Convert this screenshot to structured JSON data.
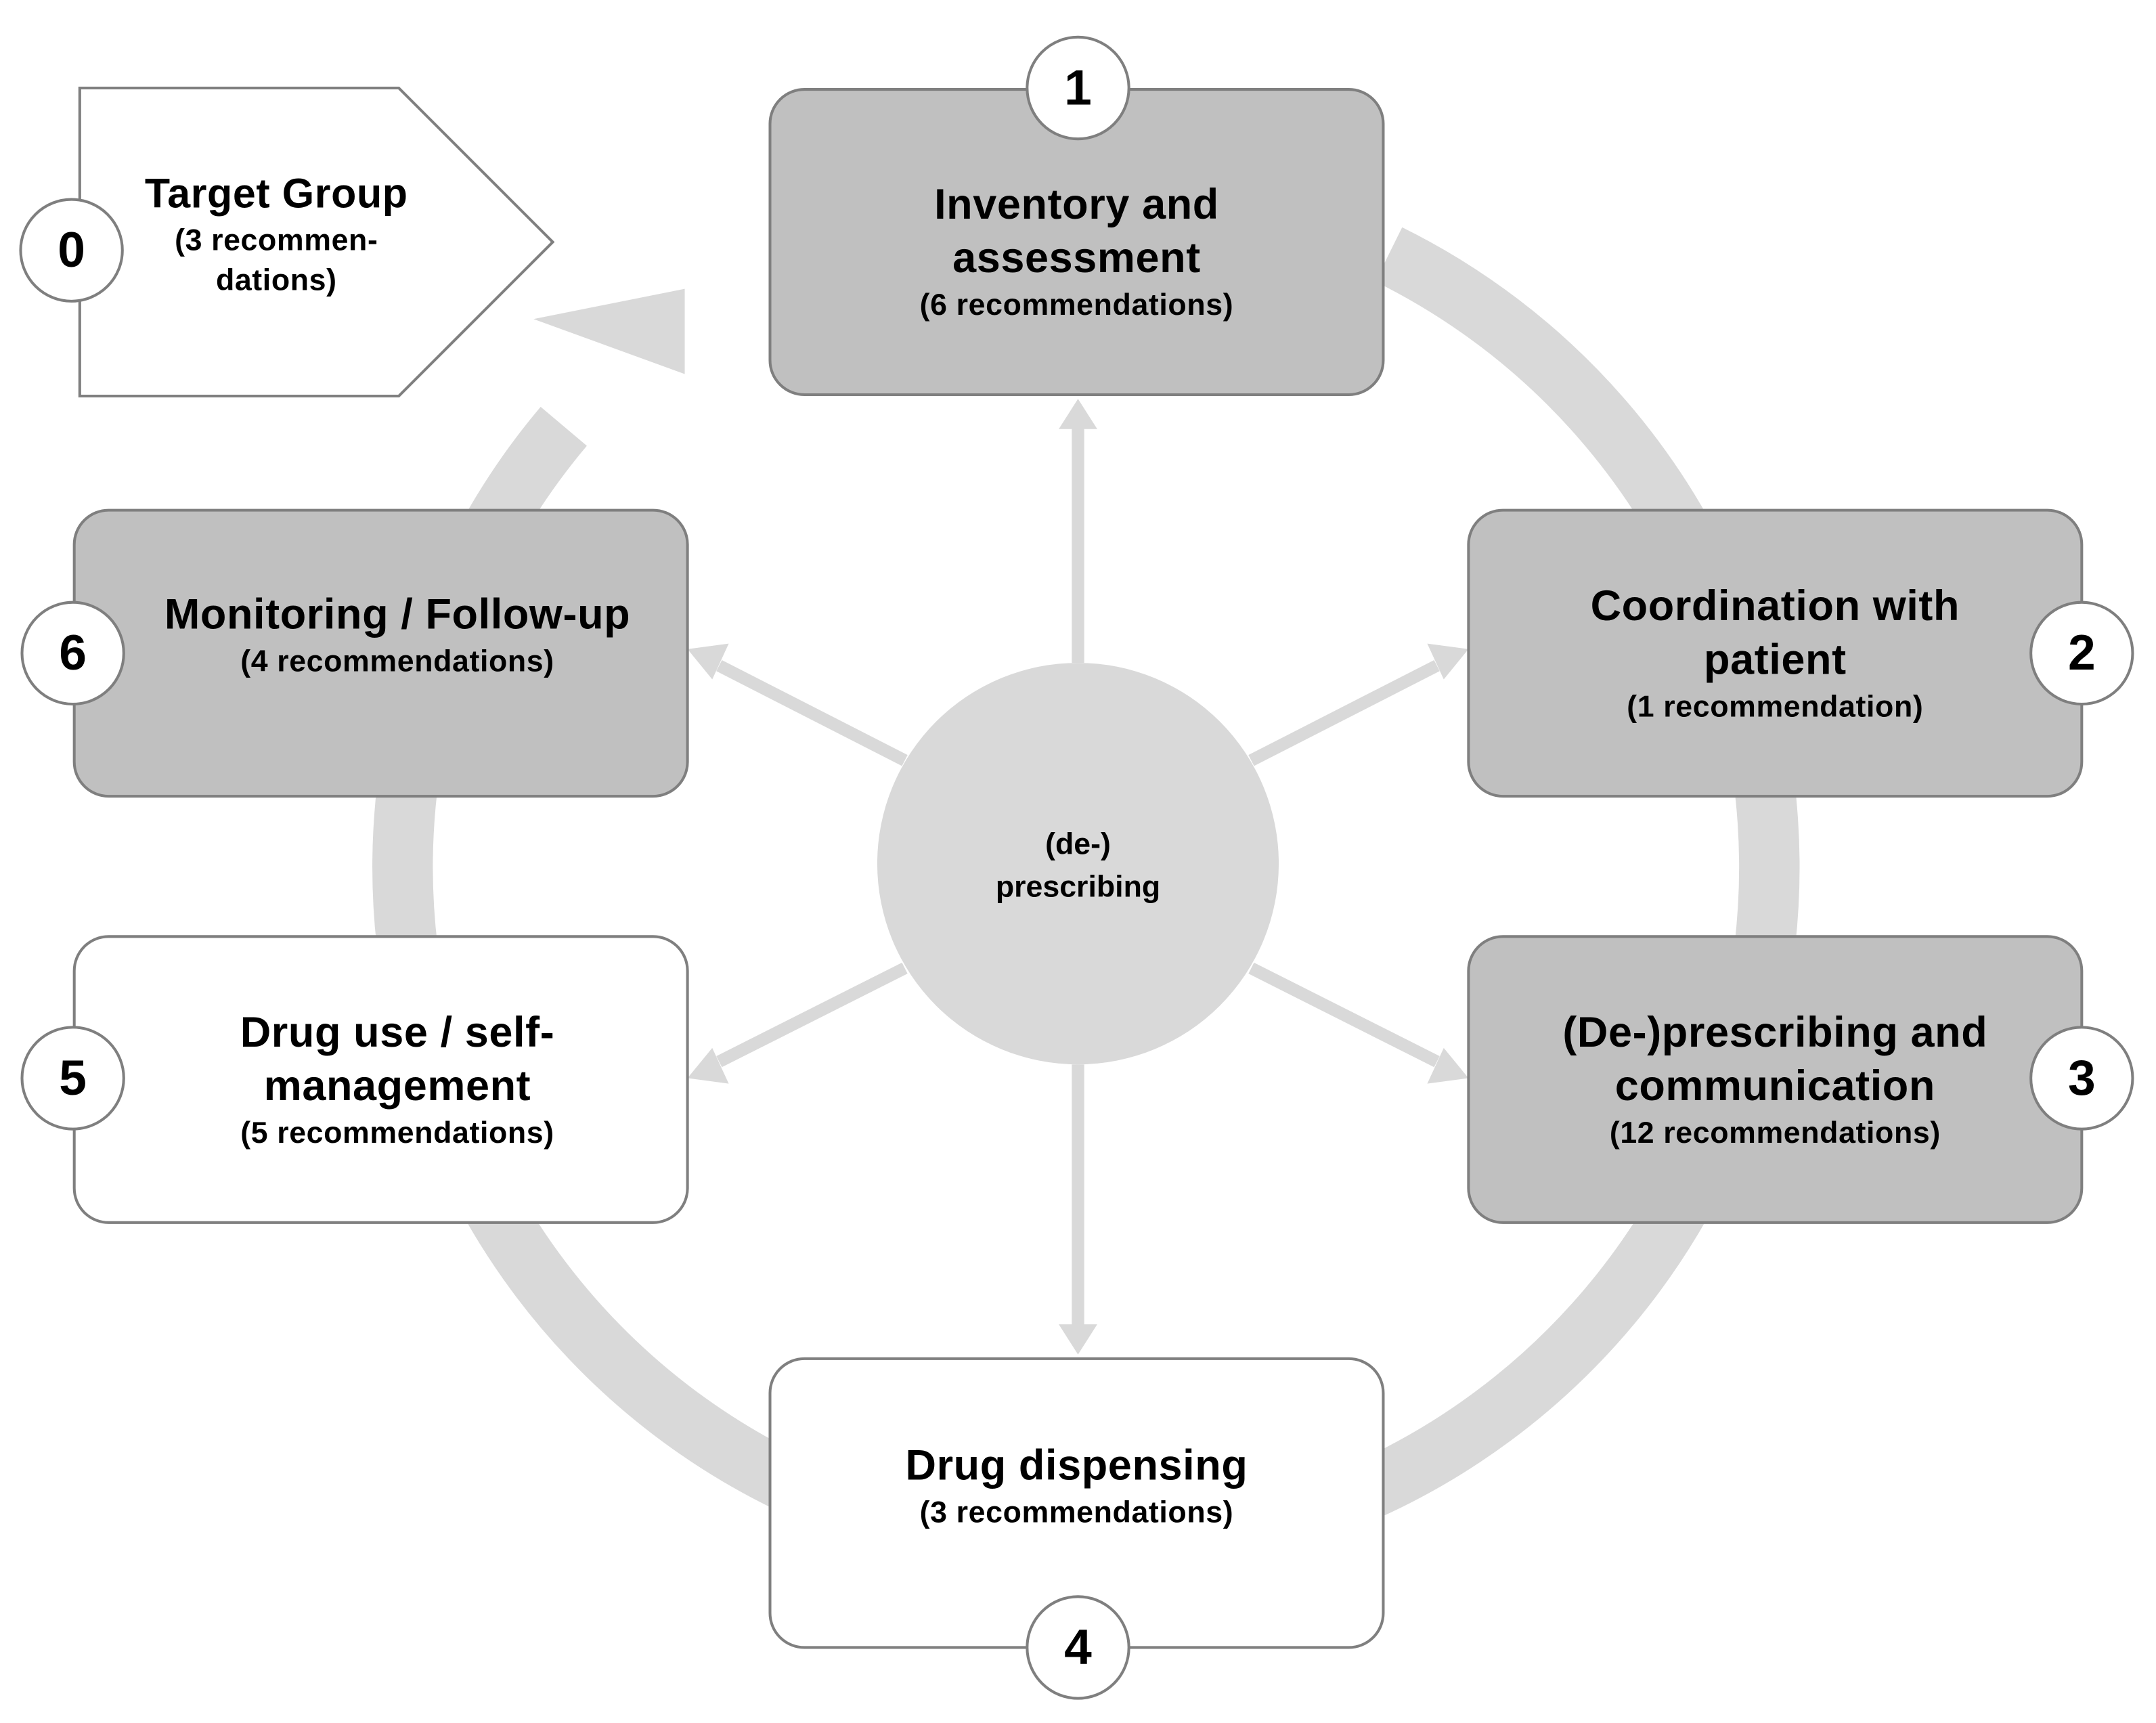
{
  "colors": {
    "cycle_ring": "#d9d9d9",
    "hub": "#d9d9d9",
    "dark_box": "#c0c0c0",
    "light_box": "#ffffff",
    "border": "#7f7f7f",
    "text": "#000000"
  },
  "target_group": {
    "number": "0",
    "title": "Target Group",
    "subtitle": "(3 recommen-\ndations)",
    "shape": "pentagon-arrow"
  },
  "hub": {
    "label": "(de-)\nprescribing"
  },
  "steps": [
    {
      "number": "1",
      "title": "Inventory and\nassessment",
      "subtitle": "(6 recommendations)",
      "shade": "dark"
    },
    {
      "number": "2",
      "title": "Coordination with\npatient",
      "subtitle": "(1 recommendation)",
      "shade": "dark"
    },
    {
      "number": "3",
      "title": "(De-)prescribing and\ncommunication",
      "subtitle": "(12 recommendations)",
      "shade": "dark"
    },
    {
      "number": "4",
      "title": "Drug dispensing",
      "subtitle": "(3 recommendations)",
      "shade": "light"
    },
    {
      "number": "5",
      "title": "Drug use / self-\nmanagement",
      "subtitle": "(5 recommendations)",
      "shade": "light"
    },
    {
      "number": "6",
      "title": "Monitoring / Follow-up",
      "subtitle": "(4 recommendations)",
      "shade": "dark"
    }
  ]
}
